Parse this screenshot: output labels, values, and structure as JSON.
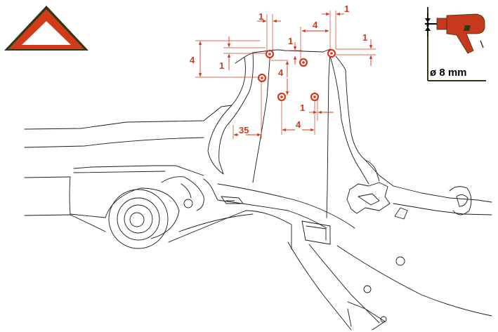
{
  "warning": {
    "fill_color": "#d23a1c",
    "border_color": "#2e3a12"
  },
  "drill": {
    "diameter_label": "ø 8 mm",
    "body_color": "#c8381c",
    "frame_color": "#2e3a12"
  },
  "dimension_color": "#d23a1c",
  "dimensions": {
    "d1": "1",
    "d2": "1",
    "d3": "4",
    "d4": "1",
    "d5": "4",
    "d6": "1",
    "d7": "1",
    "d8": "4",
    "d9": "1",
    "d10": "35",
    "d11": "4"
  }
}
